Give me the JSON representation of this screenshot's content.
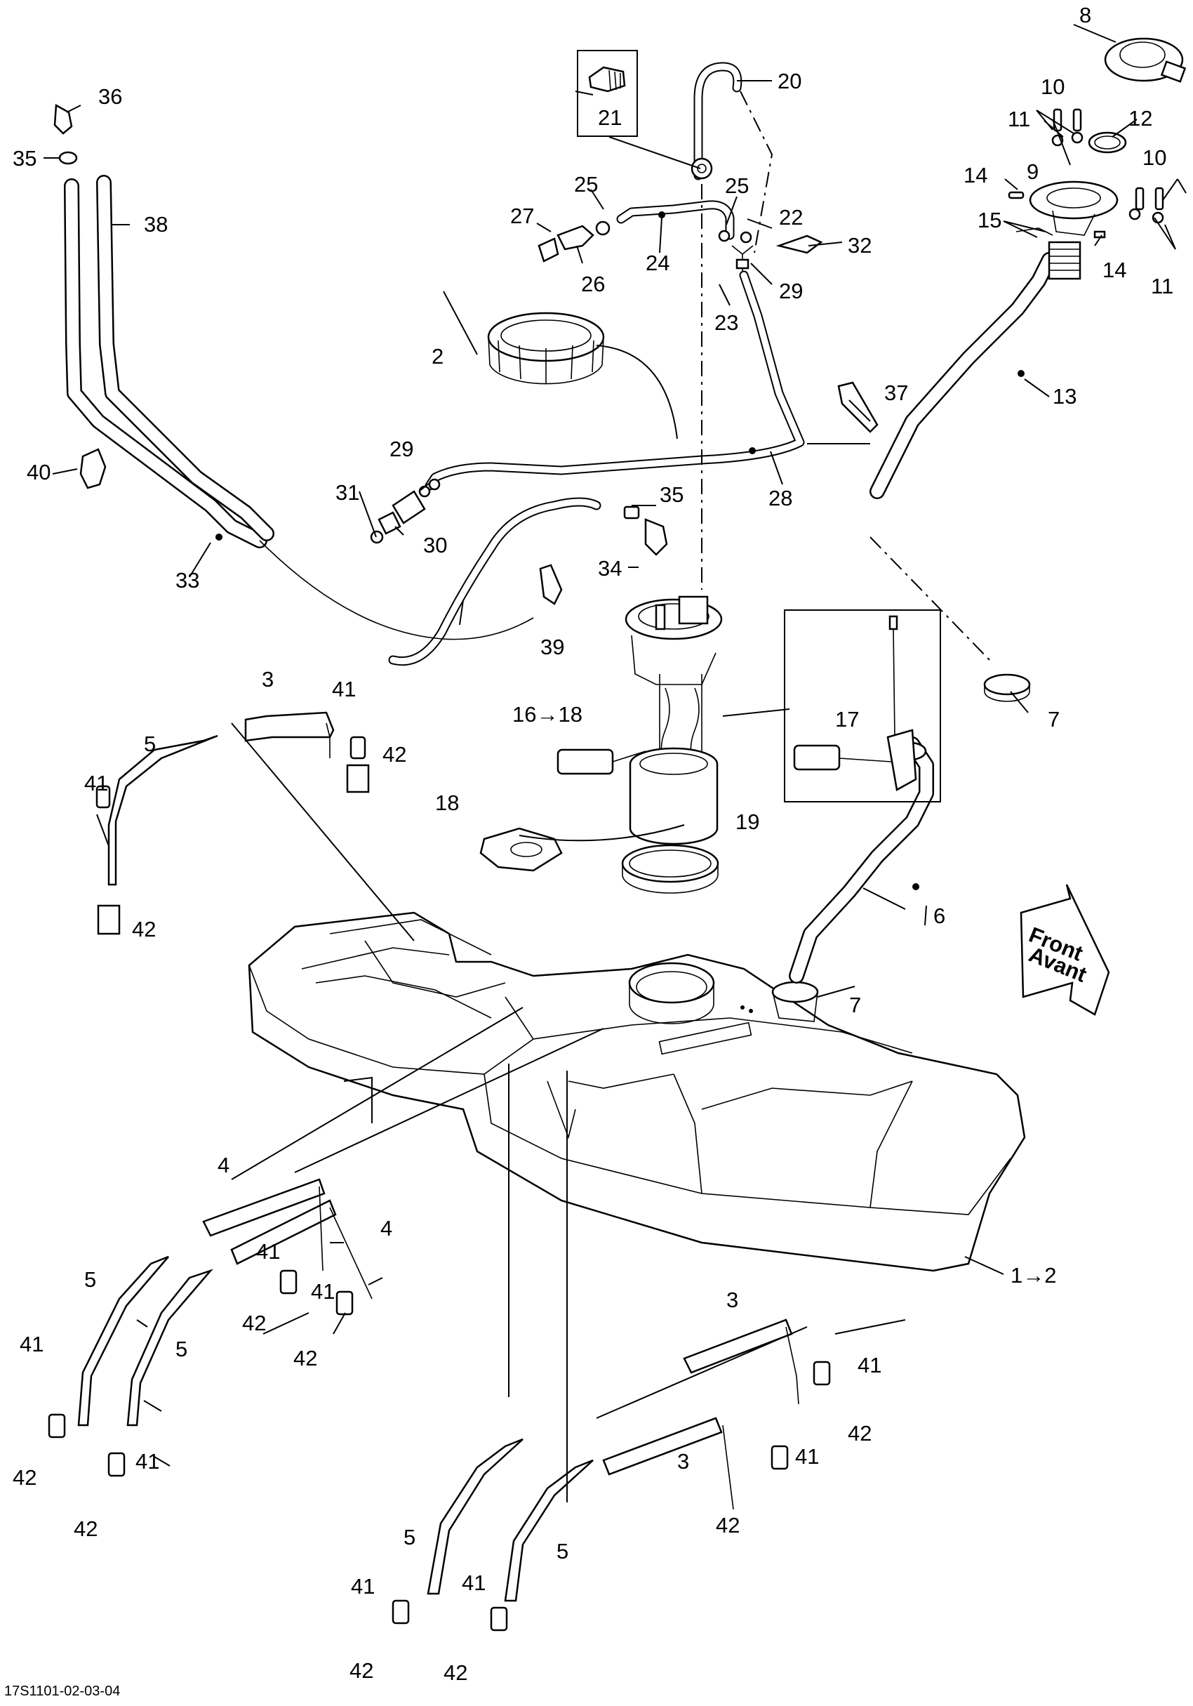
{
  "drawing_number": "17S1101-02-03-04",
  "direction_label_line1": "Front",
  "direction_label_line2": "Avant",
  "callouts": {
    "c1": "1→2",
    "c2": "2",
    "c3a": "3",
    "c3b": "3",
    "c3c": "3",
    "c4a": "4",
    "c4b": "4",
    "c5a": "5",
    "c5b": "5",
    "c5c": "5",
    "c5d": "5",
    "c5e": "5",
    "c6": "6",
    "c7a": "7",
    "c7b": "7",
    "c8": "8",
    "c9": "9",
    "c10a": "10",
    "c10b": "10",
    "c11a": "11",
    "c11b": "11",
    "c12": "12",
    "c13": "13",
    "c14a": "14",
    "c14b": "14",
    "c15": "15",
    "c16": "16→18",
    "c17": "17",
    "c18": "18",
    "c19": "19",
    "c20": "20",
    "c21": "21",
    "c22": "22",
    "c23": "23",
    "c24": "24",
    "c25a": "25",
    "c25b": "25",
    "c26": "26",
    "c27": "27",
    "c28": "28",
    "c29a": "29",
    "c29b": "29",
    "c30": "30",
    "c31": "31",
    "c32": "32",
    "c33": "33",
    "c34": "34",
    "c35a": "35",
    "c35b": "35",
    "c36": "36",
    "c37": "37",
    "c38": "38",
    "c39": "39",
    "c40": "40",
    "c41a": "41",
    "c41b": "41",
    "c41c": "41",
    "c41d": "41",
    "c41e": "41",
    "c41f": "41",
    "c41g": "41",
    "c41h": "41",
    "c41i": "41",
    "c41j": "41",
    "c42a": "42",
    "c42b": "42",
    "c42c": "42",
    "c42d": "42",
    "c42e": "42",
    "c42f": "42",
    "c42g": "42",
    "c42h": "42",
    "c42i": "42",
    "c42j": "42"
  }
}
